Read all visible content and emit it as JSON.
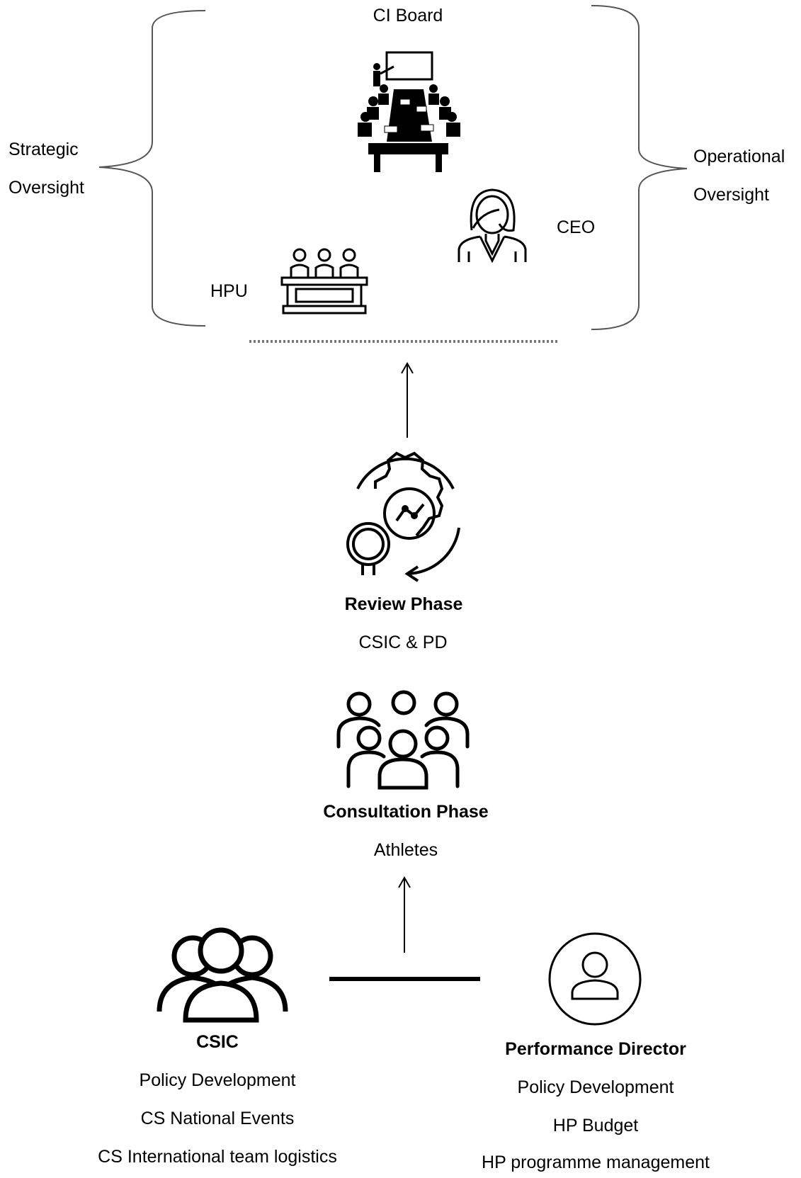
{
  "top": {
    "board_label": "CI Board",
    "strategic_oversight": [
      "Strategic",
      "Oversight"
    ],
    "operational_oversight": [
      "Operational",
      "Oversight"
    ],
    "ceo_label": "CEO",
    "hpu_label": "HPU"
  },
  "review": {
    "title": "Review Phase",
    "subtitle": "CSIC & PD"
  },
  "consultation": {
    "title": "Consultation Phase",
    "subtitle": "Athletes"
  },
  "csic": {
    "title": "CSIC",
    "items": [
      "Policy Development",
      "CS National Events",
      "CS International team logistics"
    ]
  },
  "pd": {
    "title": "Performance Director",
    "items": [
      "Policy Development",
      "HP Budget",
      "HP programme management"
    ]
  },
  "icons": {
    "board": "boardroom-meeting-icon",
    "ceo": "businesswoman-icon",
    "hpu": "panel-desk-icon",
    "review": "gear-magnifier-icon",
    "consultation": "group-people-icon",
    "csic": "three-people-icon",
    "pd": "user-circle-icon"
  }
}
